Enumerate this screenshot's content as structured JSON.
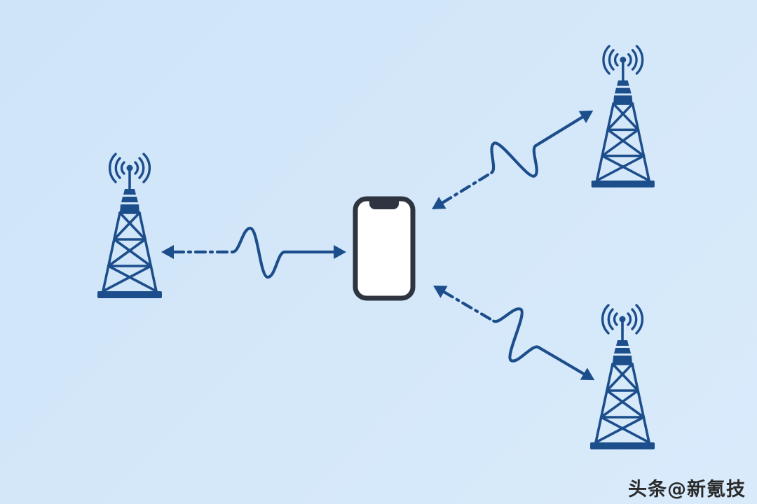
{
  "colors": {
    "background": "#cfe4f8",
    "tower": "#1d4e8c",
    "arrow": "#1d4e8c",
    "phone_outline": "#2e3440",
    "phone_screen": "#ffffff",
    "watermark": "#2a2a2a"
  },
  "watermark": {
    "text": "头条@新氪技"
  },
  "icons": {
    "tower": "cell-tower-icon",
    "phone": "smartphone-icon",
    "arrow": "bidirectional-signal-arrow"
  },
  "diagram": {
    "type": "network-diagram",
    "nodes": [
      {
        "id": "phone",
        "icon": "smartphone-icon",
        "position": "center"
      },
      {
        "id": "tower-left",
        "icon": "cell-tower-icon",
        "position": "left"
      },
      {
        "id": "tower-top-right",
        "icon": "cell-tower-icon",
        "position": "top-right"
      },
      {
        "id": "tower-bottom-right",
        "icon": "cell-tower-icon",
        "position": "bottom-right"
      }
    ],
    "edges": [
      {
        "from": "phone",
        "to": "tower-left",
        "style": "double-headed dash-dot arrow with signal wavelet"
      },
      {
        "from": "phone",
        "to": "tower-top-right",
        "style": "double-headed dash-dot arrow with signal wavelet"
      },
      {
        "from": "phone",
        "to": "tower-bottom-right",
        "style": "double-headed dash-dot arrow with signal wavelet"
      }
    ]
  }
}
